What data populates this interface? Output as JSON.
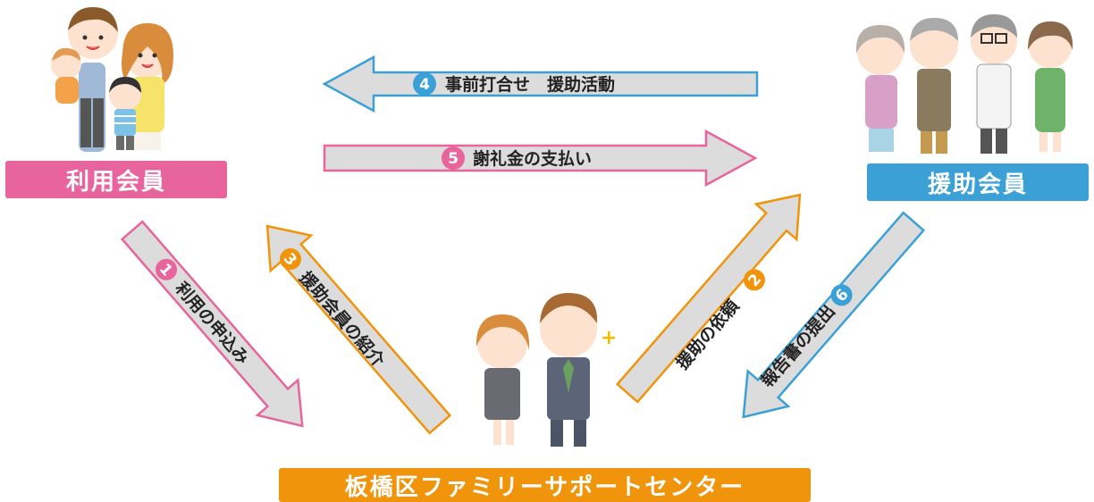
{
  "labels": {
    "user_member": "利用会員",
    "helper_member": "援助会員",
    "center": "板橋区ファミリーサポートセンター"
  },
  "steps": [
    {
      "num": "1",
      "text": "利用の申込み",
      "color": "#e8649c"
    },
    {
      "num": "2",
      "text": "援助の依頼",
      "color": "#f0940c"
    },
    {
      "num": "3",
      "text": "援助会員の紹介",
      "color": "#f0940c"
    },
    {
      "num": "4",
      "text": "事前打合せ　援助活動",
      "color": "#3aa0d6"
    },
    {
      "num": "5",
      "text": "謝礼金の支払い",
      "color": "#e8649c"
    },
    {
      "num": "6",
      "text": "報告書の提出",
      "color": "#3aa0d6"
    }
  ],
  "colors": {
    "arrow_fill": "#dcdcdc",
    "pink": "#e8649c",
    "orange": "#f0940c",
    "blue": "#3aa0d6"
  }
}
